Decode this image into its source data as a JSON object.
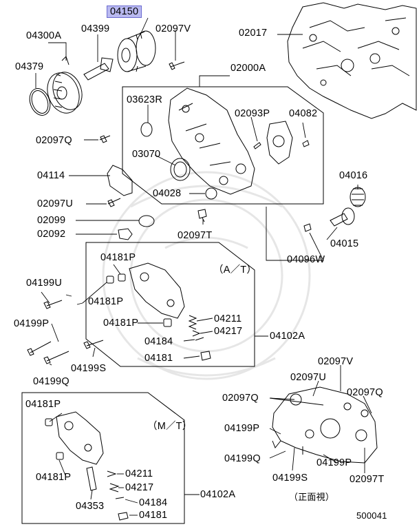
{
  "colors": {
    "highlight": "#b9b9f0",
    "line": "#000000",
    "background": "#ffffff"
  },
  "labels": {
    "p04150": "04150",
    "p04300A": "04300A",
    "p04399": "04399",
    "p02097V_top": "02097V",
    "p02017": "02017",
    "p04379": "04379",
    "p02000A": "02000A",
    "p03623R": "03623R",
    "p02093P": "02093P",
    "p04082": "04082",
    "p02097Q_a": "02097Q",
    "p03070": "03070",
    "p04114": "04114",
    "p04028": "04028",
    "p04016": "04016",
    "p02097U_a": "02097U",
    "p02099": "02099",
    "p02097T_a": "02097T",
    "p04015": "04015",
    "p02092": "02092",
    "p04096W": "04096W",
    "p04181P_a1": "04181P",
    "at": "（A／T）",
    "p04199U": "04199U",
    "p04181P_a2": "04181P",
    "p04181P_a3": "04181P",
    "p04211_a": "04211",
    "p04199P_a": "04199P",
    "p04217_a": "04217",
    "p04102A_a": "04102A",
    "p04184_a": "04184",
    "p04181_a": "04181",
    "p04199S_a": "04199S",
    "p04199Q_a": "04199Q",
    "p04181P_b1": "04181P",
    "mt": "（M／T）",
    "p04181P_b2": "04181P",
    "p04211_b": "04211",
    "p04217_b": "04217",
    "p04102A_b": "04102A",
    "p04353": "04353",
    "p04184_b": "04184",
    "p04181_b": "04181",
    "p02097V_b": "02097V",
    "p02097U_b": "02097U",
    "p02097Q_b": "02097Q",
    "p02097Q_c": "02097Q",
    "p04199P_b": "04199P",
    "p04199Q_b": "04199Q",
    "p04199S_b": "04199S",
    "p04199P_c": "04199P",
    "p02097T_b": "02097T",
    "front_view": "（正面視）",
    "diagram_no": "500041"
  }
}
